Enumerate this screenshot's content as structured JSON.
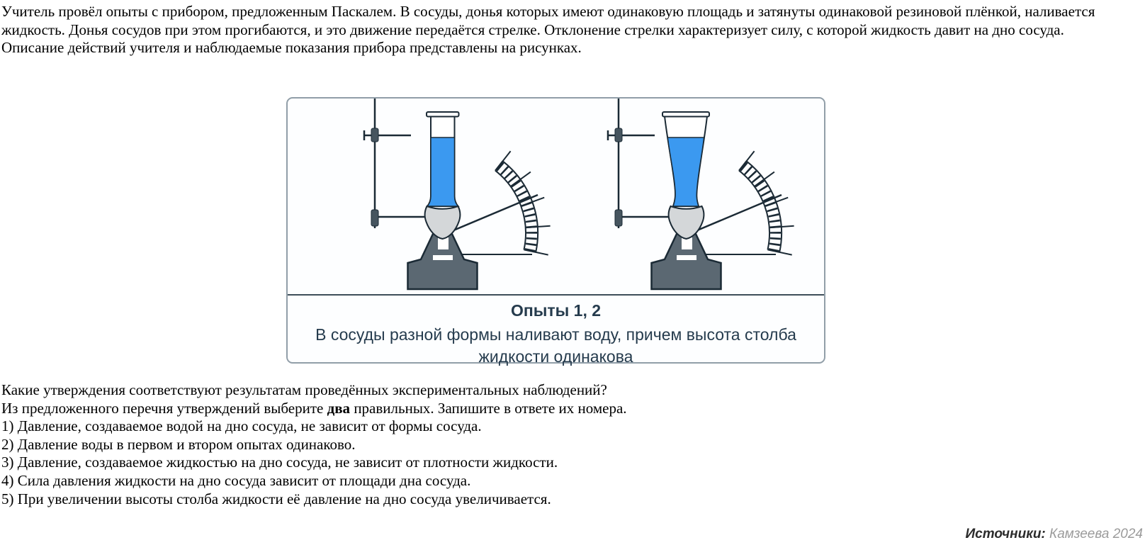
{
  "intro": {
    "paragraph": "Учитель провёл опыты с прибором, предложенным Паскалем. В сосуды, донья которых имеют одинаковую площадь и затянуты одинаковой резиновой плёнкой, наливается жидкость. Донья сосудов при этом прогибаются, и это движение передаётся стрелке. Отклонение стрелки характеризует силу, с которой жидкость давит на дно сосуда.",
    "note": "Описание действий учителя и наблюдаемые показания прибора представлены на рисунках."
  },
  "figure": {
    "title": "Опыты 1, 2",
    "caption_line1": "В сосуды разной формы наливают воду, причем высота столба",
    "caption_line2": "жидкости одинакова",
    "panels": [
      "experiment-1-cylindrical-vessel-with-water",
      "experiment-2-conical-vessel-with-water"
    ]
  },
  "question": {
    "line1": "Какие утверждения соответствуют результатам проведённых экспериментальных наблюдений?",
    "line2_prefix": "Из предложенного перечня утверждений выберите ",
    "line2_bold": "два",
    "line2_suffix": " правильных. Запишите в ответе их номера.",
    "options": [
      "1) Давление, создаваемое водой на дно сосуда, не зависит от формы сосуда.",
      "2) Давление воды в первом и втором опытах одинаково.",
      "3) Давление, создаваемое жидкостью на дно сосуда, не зависит от плотности жидкости.",
      "4) Сила давления жидкости на дно сосуда зависит от площади дна сосуда.",
      "5) При увеличении высоты столба жидкости её давление на дно сосуда увеличивается."
    ]
  },
  "source": {
    "label": "Источники:",
    "value": "Камзеева 2024"
  },
  "colors": {
    "liquid_blue": "#3b99f0",
    "stand_gray": "#5b6872",
    "membrane_gray": "#d4d7d9",
    "outline_navy": "#1b2a35",
    "figure_border": "#919ea8",
    "caption_text": "#253b4d",
    "source_gray": "#9b9b9b"
  }
}
